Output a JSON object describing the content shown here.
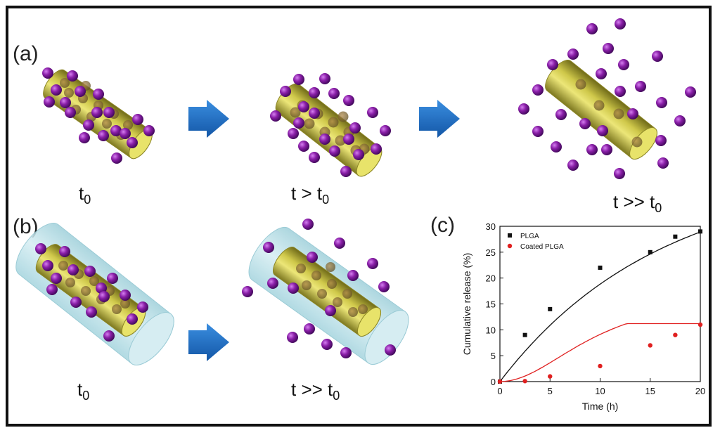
{
  "panels": {
    "a": {
      "label": "(a)",
      "times": [
        "t",
        "t > t",
        "t >> t"
      ]
    },
    "b": {
      "label": "(b)",
      "times": [
        "t",
        "t >> t"
      ]
    },
    "c": {
      "label": "(c)"
    }
  },
  "subscript": "0",
  "colors": {
    "particle": "#8a1fa8",
    "rod": "#c9c23a",
    "coating": "#bfe3ea",
    "arrow": "#1f73c4",
    "series_plga": "#111111",
    "series_coated": "#e02020"
  },
  "chart_data": {
    "type": "scatter",
    "xlabel": "Time (h)",
    "ylabel": "Cumulative release (%)",
    "xlim": [
      0,
      20
    ],
    "ylim": [
      0,
      30
    ],
    "xticks": [
      0,
      5,
      10,
      15,
      20
    ],
    "yticks": [
      0,
      5,
      10,
      15,
      20,
      25,
      30
    ],
    "legend_position": "top-left",
    "series": [
      {
        "name": "PLGA",
        "marker": "square",
        "color": "#111111",
        "x": [
          0,
          2.5,
          5,
          10,
          15,
          17.5,
          20
        ],
        "y": [
          0,
          9,
          14,
          22,
          25,
          28,
          29
        ]
      },
      {
        "name": "Coated PLGA",
        "marker": "circle",
        "color": "#e02020",
        "x": [
          0,
          2.5,
          5,
          10,
          15,
          17.5,
          20
        ],
        "y": [
          0,
          0.1,
          1,
          3,
          7,
          9,
          11
        ]
      }
    ]
  }
}
